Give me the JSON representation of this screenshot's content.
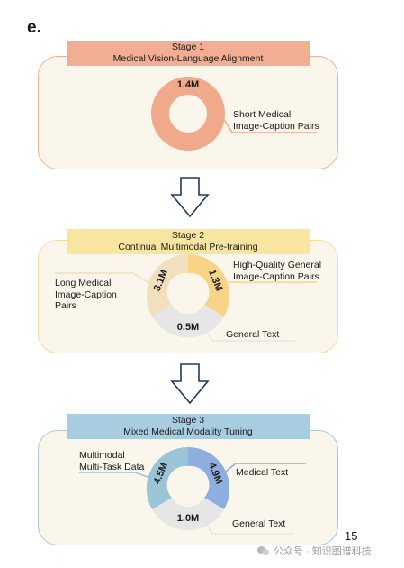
{
  "panel_letter": "e.",
  "stages": [
    {
      "title_line1": "Stage 1",
      "title_line2": "Medical Vision-Language Alignment",
      "segments": [
        {
          "value_label": "1.4M",
          "description": "Short Medical\nImage-Caption Pairs",
          "color": "#f0a98a",
          "share": 1.0
        }
      ],
      "colors": {
        "header": "#f2ae93",
        "border": "#f2ae93"
      }
    },
    {
      "title_line1": "Stage 2",
      "title_line2": "Continual Multimodal Pre-training",
      "segments": [
        {
          "value_label": "1.3M",
          "description": "High-Quality General\nImage-Caption Pairs",
          "color": "#f9d486"
        },
        {
          "value_label": "0.5M",
          "description": "General Text",
          "color": "#e6e6e6"
        },
        {
          "value_label": "3.1M",
          "description": "Long Medical\nImage-Caption\nPairs",
          "color": "#f1dfbd"
        }
      ],
      "colors": {
        "header": "#f8e6a0",
        "border": "#f6dc98"
      }
    },
    {
      "title_line1": "Stage 3",
      "title_line2": "Mixed Medical Modality Tuning",
      "segments": [
        {
          "value_label": "4.9M",
          "description": "Medical Text",
          "color": "#8eaee0"
        },
        {
          "value_label": "1.0M",
          "description": "General Text",
          "color": "#e6e6e6"
        },
        {
          "value_label": "4.5M",
          "description": "Multimodal\nMulti-Task Data",
          "color": "#9bc4d6"
        }
      ],
      "colors": {
        "header": "#a8cde0",
        "border": "#a8c8dc"
      }
    }
  ],
  "page_number": "15",
  "watermark": "公众号 · 知识图谱科技"
}
